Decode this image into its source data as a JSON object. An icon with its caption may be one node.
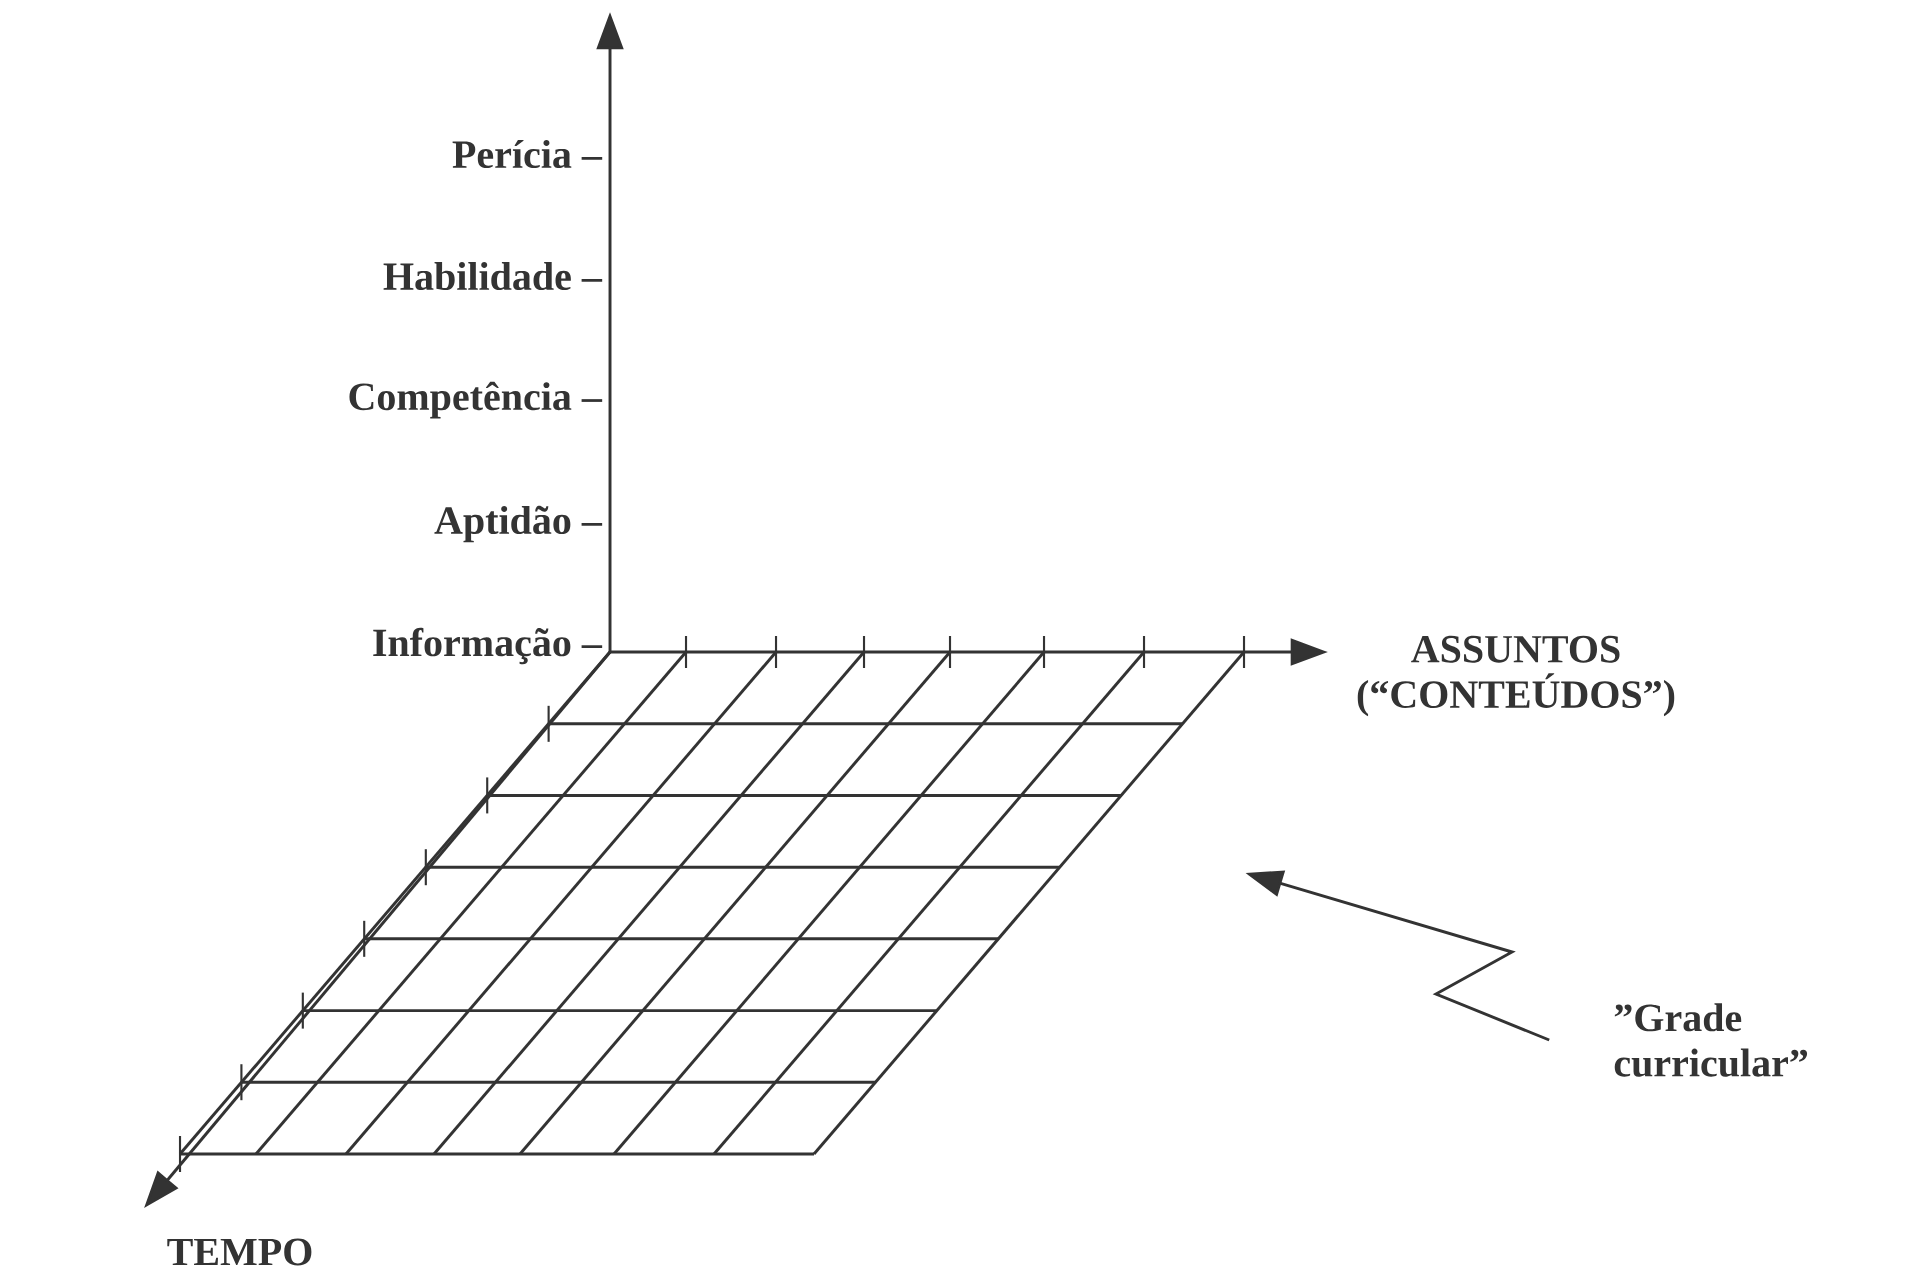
{
  "diagram": {
    "nodes": [
      {
        "text": [
          "”Grade curricular”"
        ]
      },
      {
        "text": [],
        "shape": "grid"
      }
    ],
    "edges": [
      {
        "from": 0,
        "to": 1,
        "arrow": "to"
      }
    ],
    "labels": [
      "Perícia –",
      "Habilidade –",
      "Competência –",
      "Aptidão –",
      "Informação –",
      "ASSUNTOS (“CONTEÚDOS”)",
      "TEMPO"
    ]
  }
}
